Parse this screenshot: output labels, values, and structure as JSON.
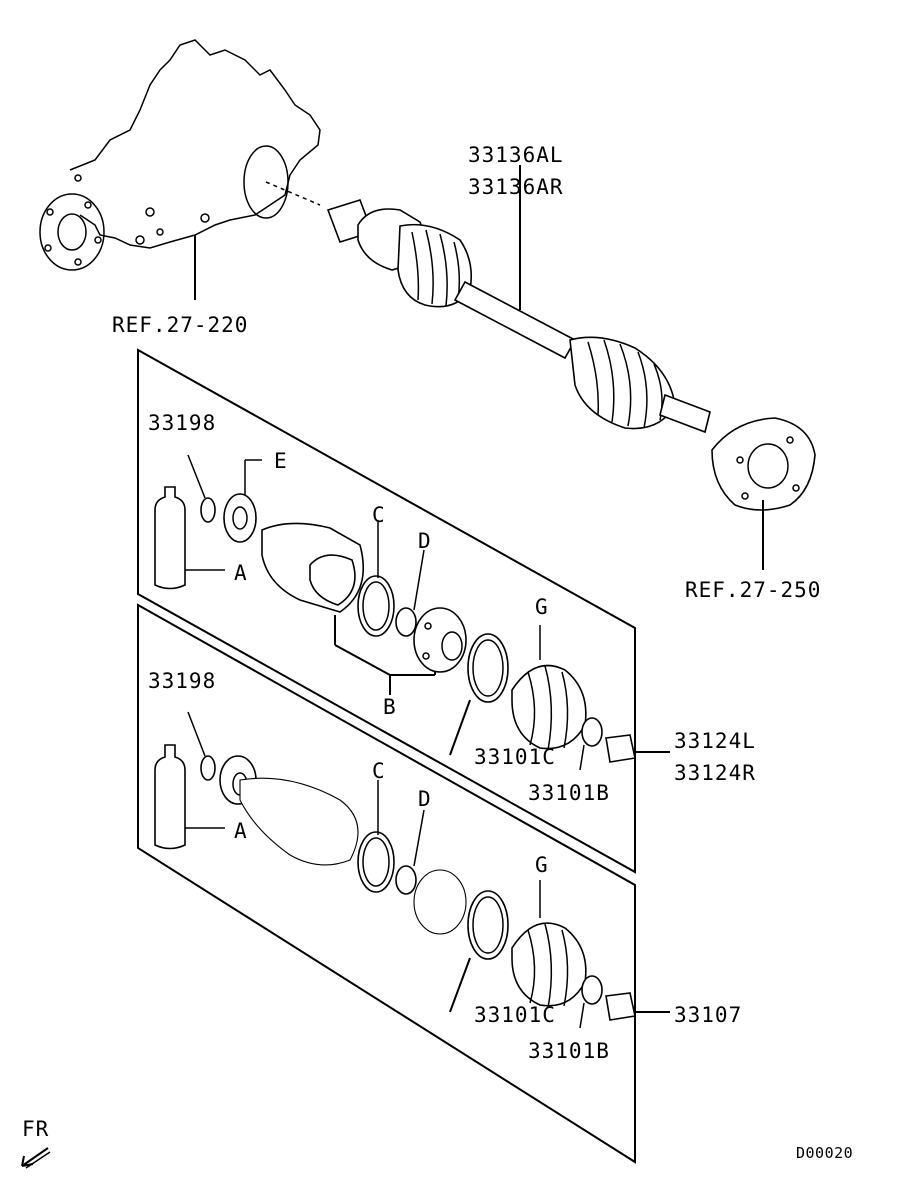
{
  "labels": {
    "halfshaft_l": "33136AL",
    "halfshaft_r": "33136AR",
    "ref_differential": "REF.27-220",
    "ref_hub": "REF.27-250",
    "clip_upper": "33198",
    "clip_lower": "33198",
    "letter_e": "E",
    "letter_a_upper": "A",
    "letter_c_upper": "C",
    "letter_d_upper": "D",
    "letter_b": "B",
    "letter_g_upper": "G",
    "boot_band_c_upper": "33101C",
    "boot_band_b_upper": "33101B",
    "boot_kit_l": "33124L",
    "boot_kit_r": "33124R",
    "letter_a_lower": "A",
    "letter_c_lower": "C",
    "letter_d_lower": "D",
    "letter_g_lower": "G",
    "boot_band_c_lower": "33101C",
    "boot_band_b_lower": "33101B",
    "boot_kit_lower": "33107",
    "front_indicator": "FR",
    "diagram_code": "D00020"
  },
  "icons": {
    "front_arrow": "arrow-down-left-icon"
  }
}
